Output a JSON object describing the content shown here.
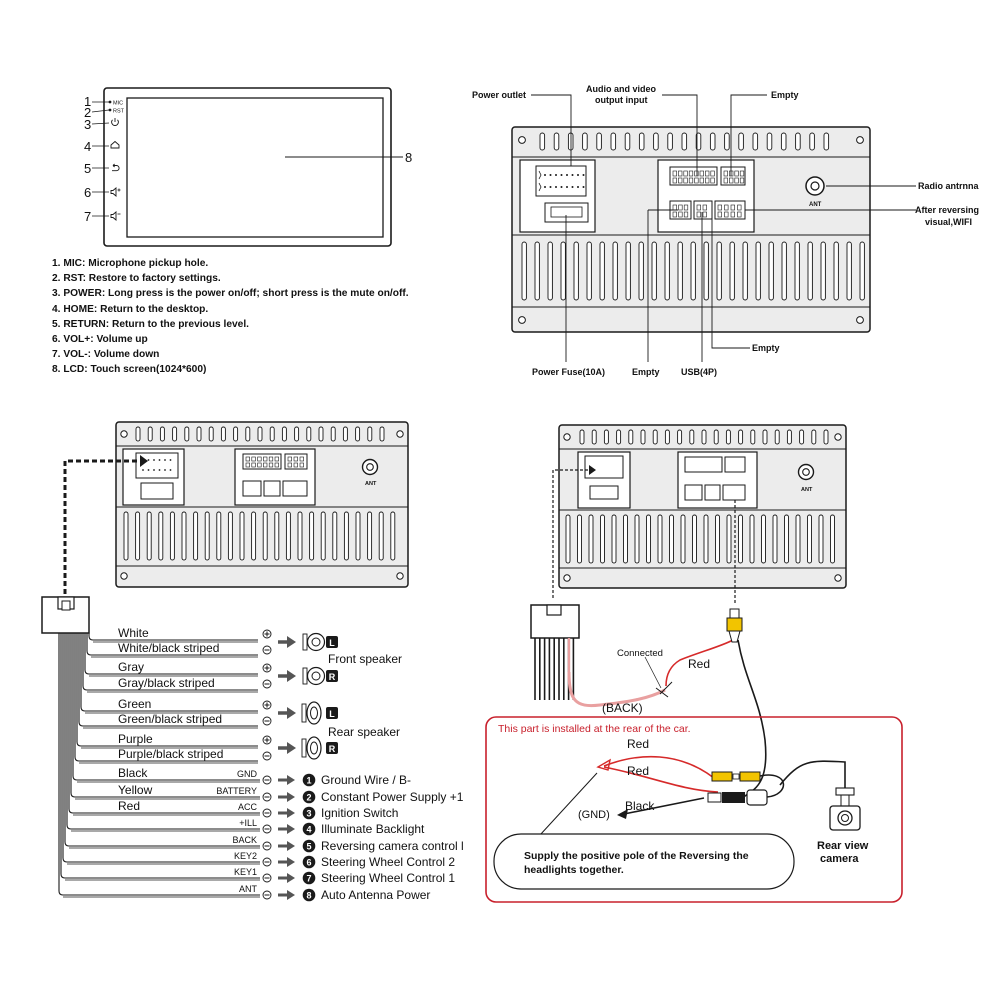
{
  "front_panel": {
    "buttons": [
      {
        "number": "1",
        "tag": "MIC"
      },
      {
        "number": "2",
        "tag": "RST"
      },
      {
        "number": "3",
        "tag": ""
      },
      {
        "number": "4",
        "tag": ""
      },
      {
        "number": "5",
        "tag": ""
      },
      {
        "number": "6",
        "tag": ""
      },
      {
        "number": "7",
        "tag": ""
      }
    ],
    "screen_number": "8"
  },
  "legend": [
    "1. MIC: Microphone pickup hole.",
    "2. RST: Restore to factory settings.",
    "3. POWER: Long press is the power on/off; short press is the mute on/off.",
    "4. HOME: Return to the desktop.",
    "5. RETURN: Return to the previous level.",
    "6. VOL+: Volume up",
    "7. VOL-: Volume down",
    "8. LCD: Touch screen(1024*600)"
  ],
  "rear_panel": {
    "power_outlet": "Power outlet",
    "av_output_1": "Audio and video",
    "av_output_2": "output input",
    "empty_top": "Empty",
    "radio_antenna": "Radio antrnna",
    "after_reversing_1": "After reversing",
    "after_reversing_2": "visual,WIFI",
    "empty_right": "Empty",
    "power_fuse": "Power Fuse(10A)",
    "empty_bottom": "Empty",
    "usb": "USB(4P)",
    "ant": "ANT"
  },
  "harness": {
    "ant": "ANT",
    "wires": [
      {
        "left": "White",
        "pin": "",
        "right": ""
      },
      {
        "left": "White/black striped",
        "pin": "",
        "right": ""
      },
      {
        "left": "Gray",
        "pin": "",
        "right": ""
      },
      {
        "left": "Gray/black striped",
        "pin": "",
        "right": ""
      },
      {
        "left": "Green",
        "pin": "",
        "right": ""
      },
      {
        "left": "Green/black striped",
        "pin": "",
        "right": ""
      },
      {
        "left": "Purple",
        "pin": "",
        "right": ""
      },
      {
        "left": "Purple/black striped",
        "pin": "",
        "right": ""
      },
      {
        "left": "Black",
        "pin": "GND",
        "num": "1",
        "right": "Ground Wire / B-"
      },
      {
        "left": "Yellow",
        "pin": "BATTERY",
        "num": "2",
        "right": "Constant Power Supply +1"
      },
      {
        "left": "Red",
        "pin": "ACC",
        "num": "3",
        "right": "Ignition Switch"
      },
      {
        "left": "",
        "pin": "+ILL",
        "num": "4",
        "right": "Illuminate Backlight"
      },
      {
        "left": "",
        "pin": "BACK",
        "num": "5",
        "right": "Reversing camera control l"
      },
      {
        "left": "",
        "pin": "KEY2",
        "num": "6",
        "right": "Steering Wheel Control 2"
      },
      {
        "left": "",
        "pin": "KEY1",
        "num": "7",
        "right": "Steering Wheel Control 1"
      },
      {
        "left": "",
        "pin": "ANT",
        "num": "8",
        "right": "Auto  Antenna Power"
      }
    ],
    "plus": "+",
    "minus": "−",
    "front_speaker": "Front speaker",
    "rear_speaker": "Rear speaker",
    "channel_left": "L",
    "channel_right": "R"
  },
  "camera": {
    "ant": "ANT",
    "connected": "Connected",
    "red_top": "Red",
    "back": "(BACK)",
    "rear_note": "This part is installed at the rear of the car.",
    "red_1": "Red",
    "red_2": "Red",
    "black": "Black",
    "gnd": "(GND)",
    "supply_note_1": "Supply the positive pole of the Reversing the",
    "supply_note_2": "headlights together.",
    "rear_view_1": "Rear view",
    "rear_view_2": "camera"
  },
  "colors": {
    "red_wire": "#d62a2a",
    "pink_wire": "#e9a0a0",
    "rear_box": "#c8202c",
    "line": "#1a1a1a",
    "panel_fill": "#ececec"
  }
}
